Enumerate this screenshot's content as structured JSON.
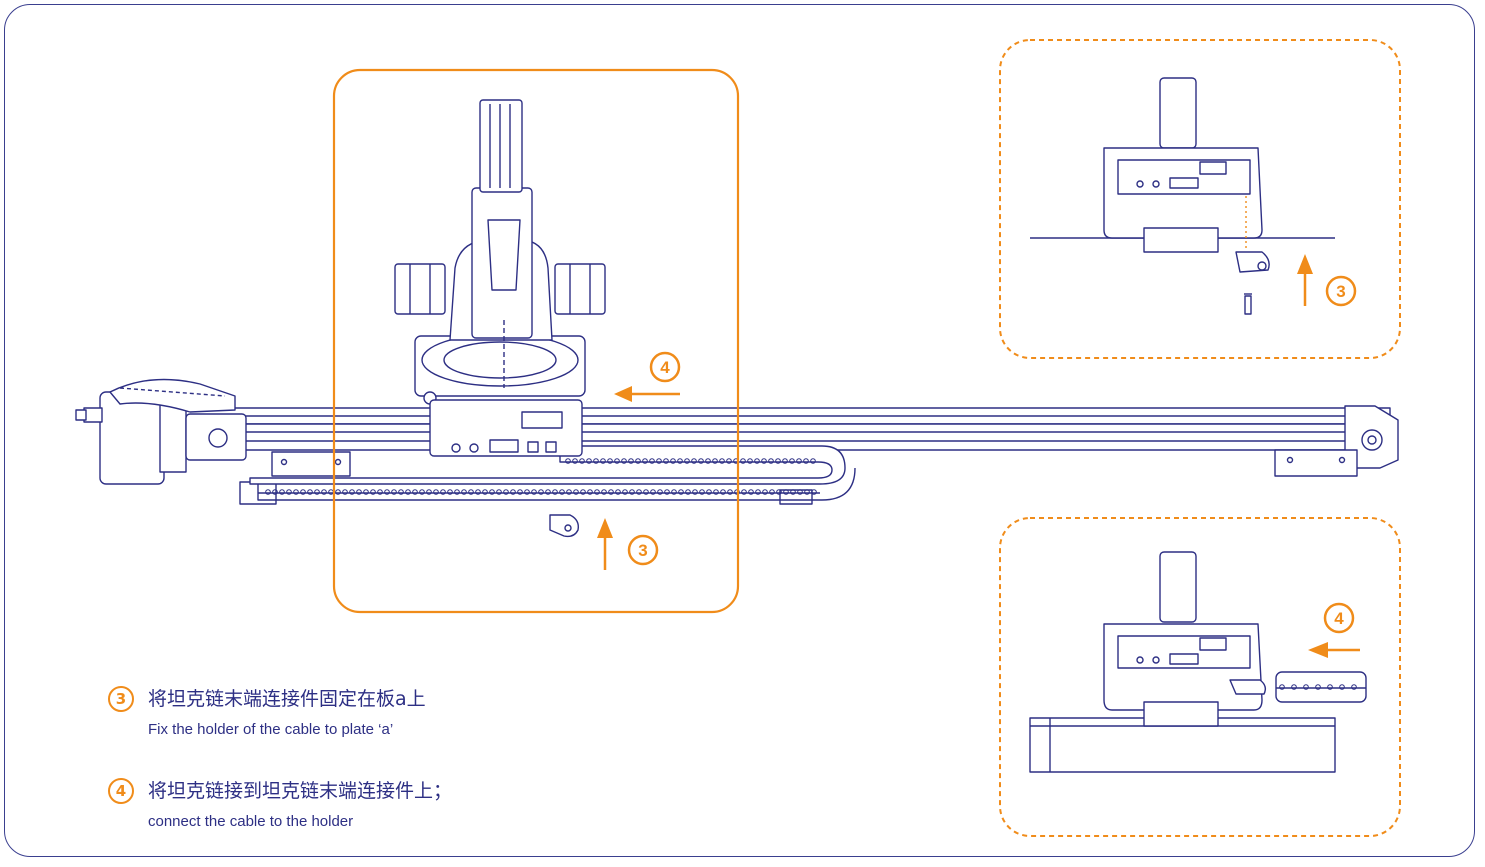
{
  "callouts": {
    "step3": "3",
    "step4": "4"
  },
  "legend": [
    {
      "num": "3",
      "cn": "将坦克链末端连接件固定在板a上",
      "en": "Fix the holder of the cable to plate  ‘a’"
    },
    {
      "num": "4",
      "cn": "将坦克链接到坦克链末端连接件上；",
      "en": "connect the cable to the holder"
    }
  ],
  "colors": {
    "accent": "#f08c1a",
    "line": "#2d2f84",
    "frame": "#3a3f8f"
  },
  "icons": [
    "robot-arm-illustration",
    "linear-rail-illustration",
    "cable-chain-illustration",
    "holder-bracket-icon",
    "screw-icon",
    "arrow-up-icon",
    "arrow-left-icon"
  ]
}
